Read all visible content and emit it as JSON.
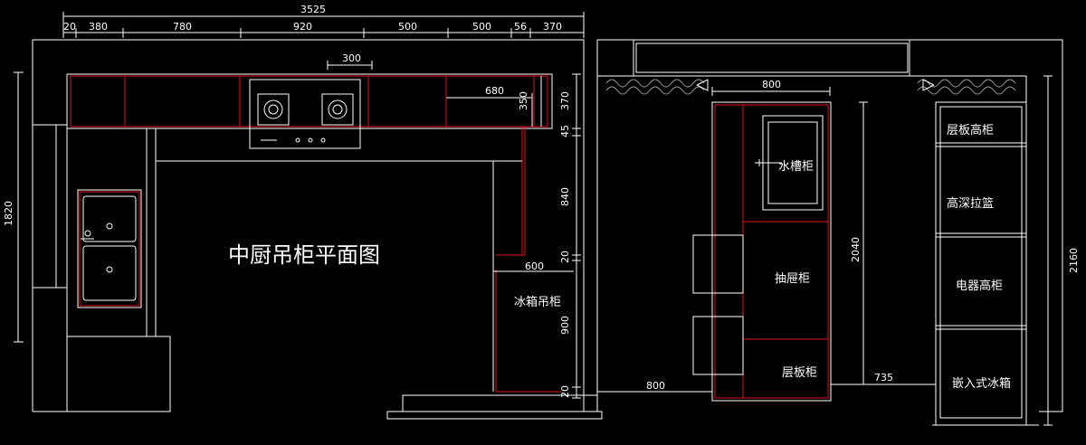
{
  "title": "中厨吊柜平面图",
  "dims_top": {
    "total": "3525",
    "d1": "20",
    "d2": "380",
    "d3": "780",
    "d4": "920",
    "d5": "500",
    "d6": "500",
    "d7": "56",
    "d8": "370"
  },
  "dims_left": {
    "height": "1820"
  },
  "dims_inner": {
    "hob_width": "300",
    "cab_width": "680",
    "cab_depth": "350"
  },
  "dims_right_plan": {
    "d1": "370",
    "d2": "45",
    "d3": "840",
    "d4": "20",
    "d5": "900",
    "d6": "20"
  },
  "fridge_cab": {
    "label": "冰箱吊柜",
    "width": "600"
  },
  "elevation": {
    "top_width": "800",
    "height": "2040",
    "bottom_left": "800",
    "bottom_right": "735",
    "total_height": "2160",
    "sink_label": "水槽柜",
    "drawer_label": "抽屉柜",
    "shelf_label": "层板柜"
  },
  "tall_units": [
    "层板高柜",
    "高深拉篮",
    "电器高柜",
    "嵌入式冰箱"
  ],
  "colors": {
    "background": "#000000",
    "line": "#ffffff",
    "cabinet": "#e0111b",
    "grey": "#9a9a9a"
  }
}
